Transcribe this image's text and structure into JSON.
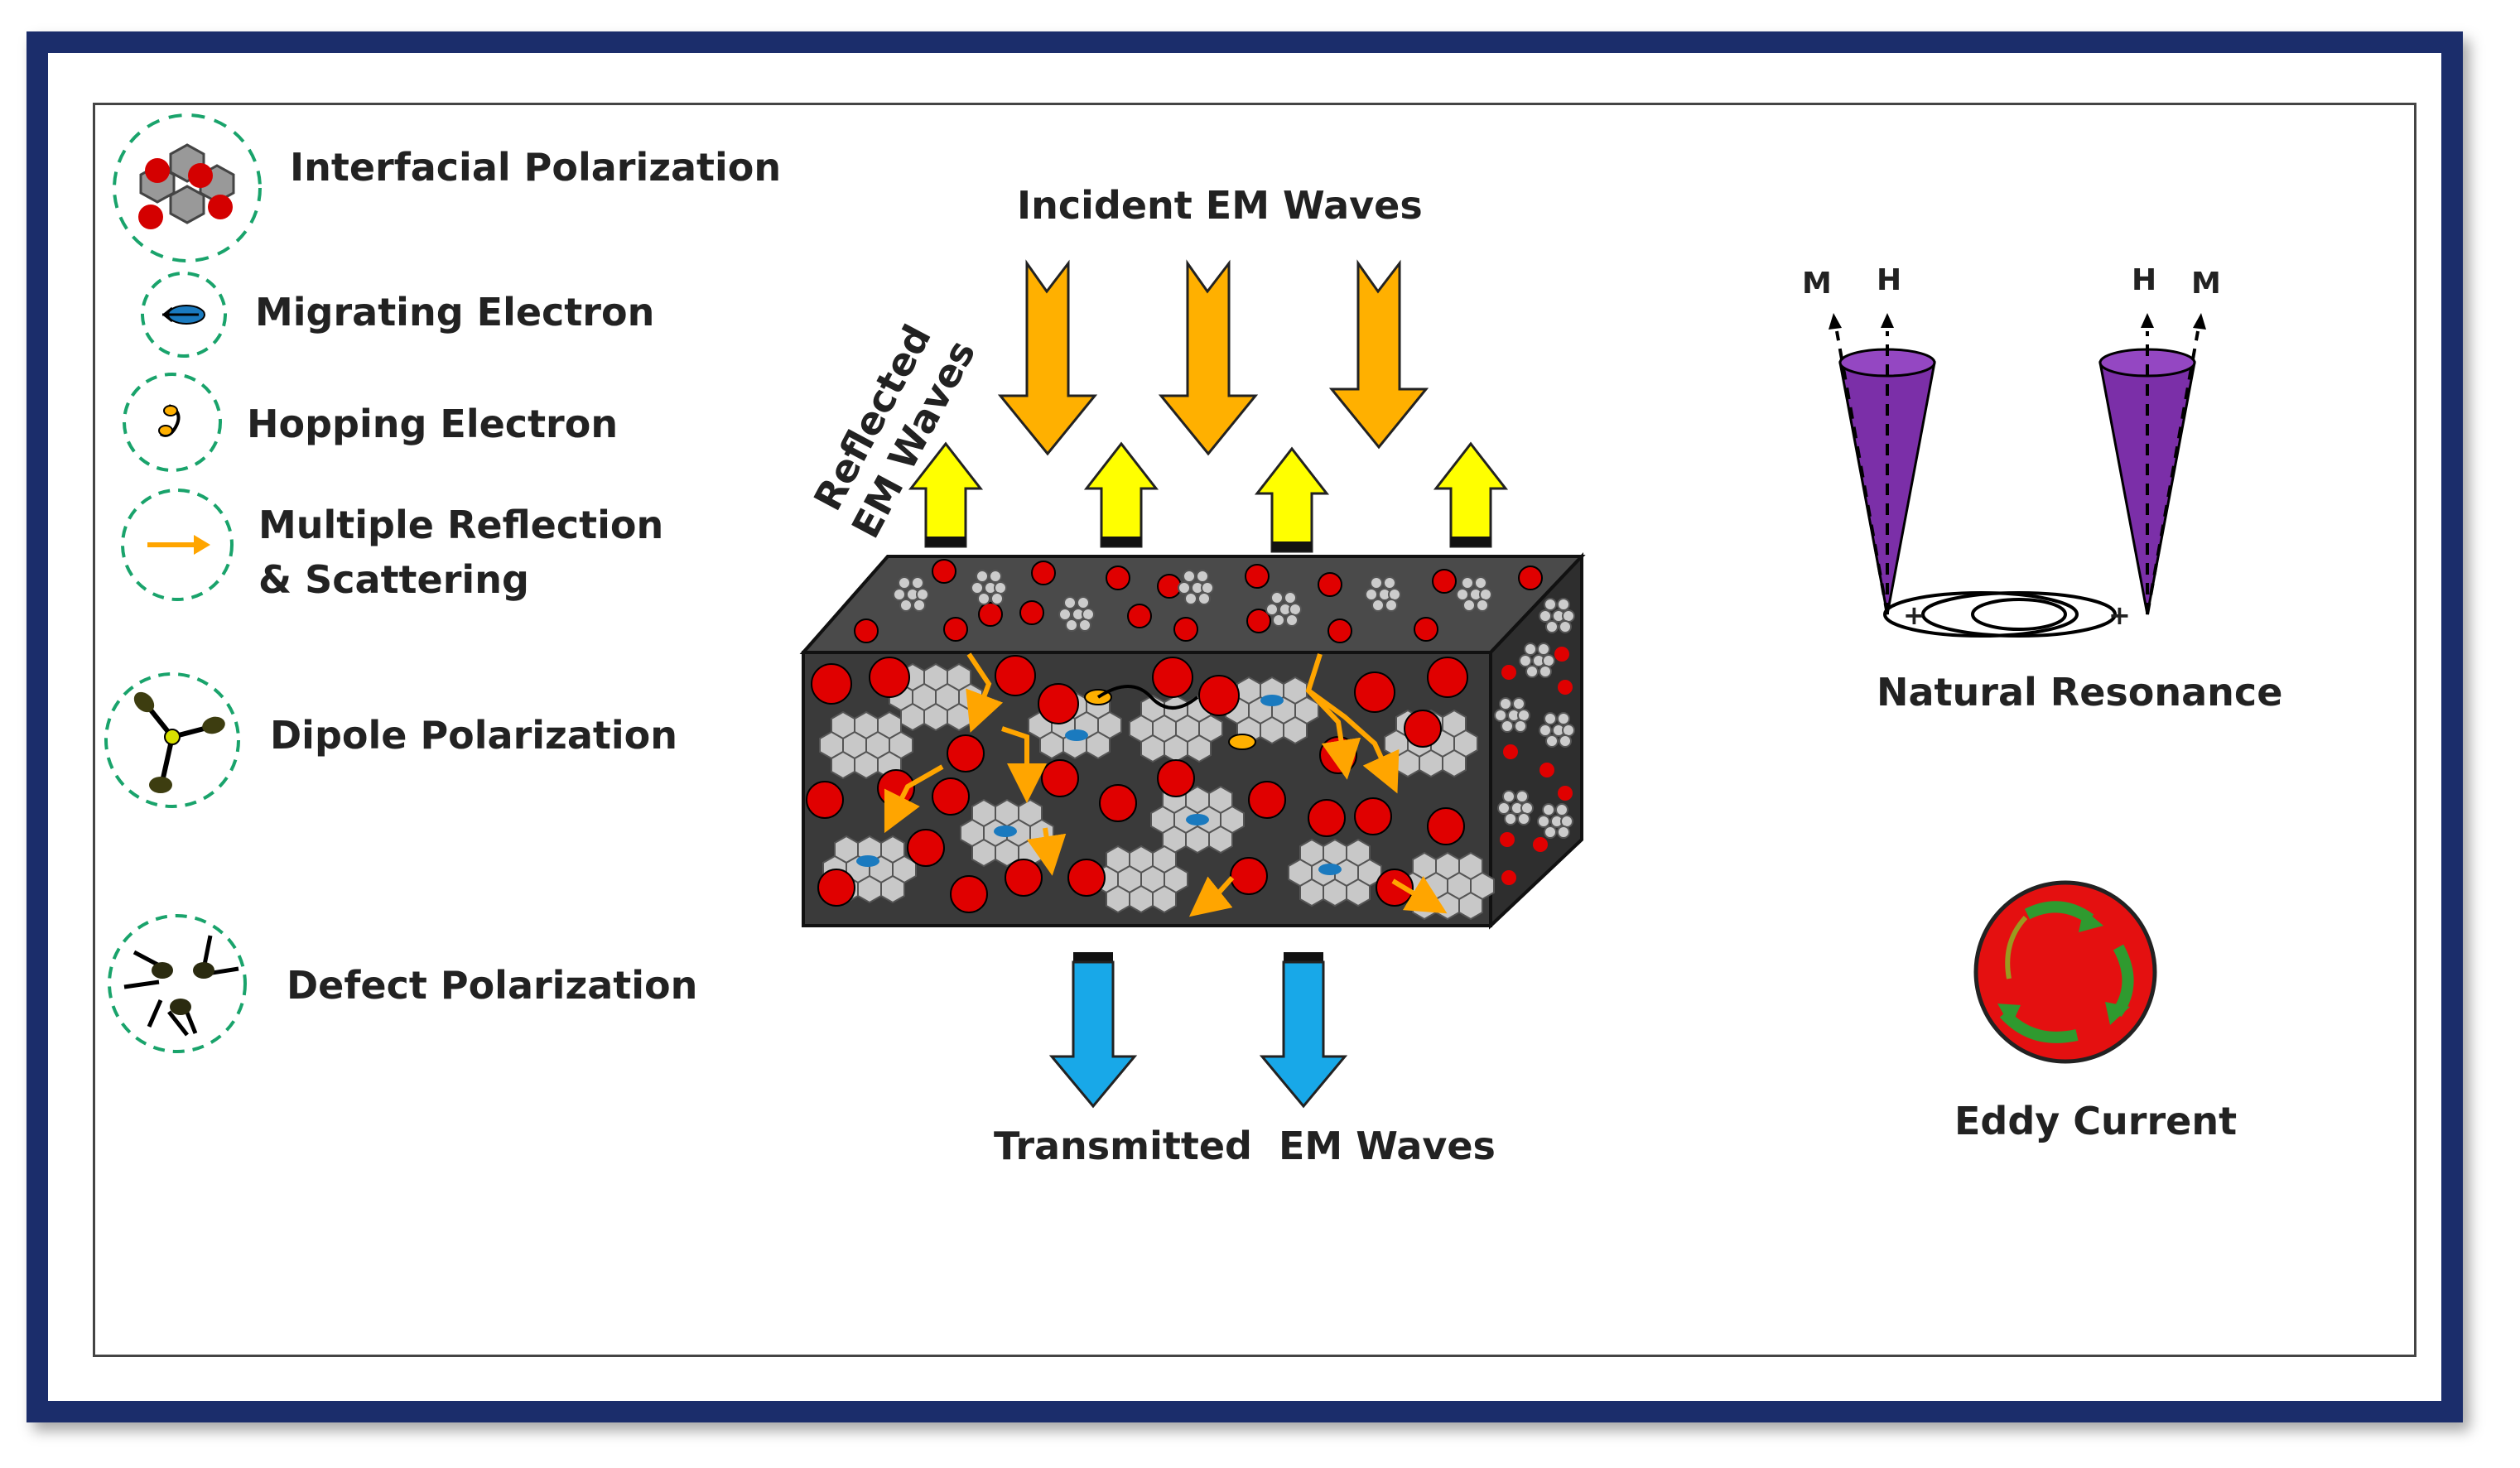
{
  "legend": {
    "interfacial": "Interfacial Polarization",
    "migrating": "Migrating Electron",
    "hopping": "Hopping Electron",
    "multiple_line1": "Multiple Reflection",
    "multiple_line2": "& Scattering",
    "dipole": "Dipole Polarization",
    "defect": "Defect Polarization"
  },
  "waves": {
    "incident": "Incident EM Waves",
    "reflected_line1": "Reflected",
    "reflected_line2": "EM Waves",
    "transmitted": "Transmitted  EM Waves"
  },
  "resonance": {
    "title": "Natural Resonance",
    "m": "M",
    "h": "H",
    "plus": "+"
  },
  "eddy": {
    "title": "Eddy Current"
  },
  "colors": {
    "frame": "#1b2d6b",
    "incident_arrow": "#ffb000",
    "reflected_arrow": "#ffff00",
    "transmitted_arrow": "#18a8e8",
    "block_dark": "#3a3a3a",
    "particle_red": "#e00000",
    "cone_purple": "#7b2fa8",
    "eddy_green": "#2f9a2f"
  }
}
